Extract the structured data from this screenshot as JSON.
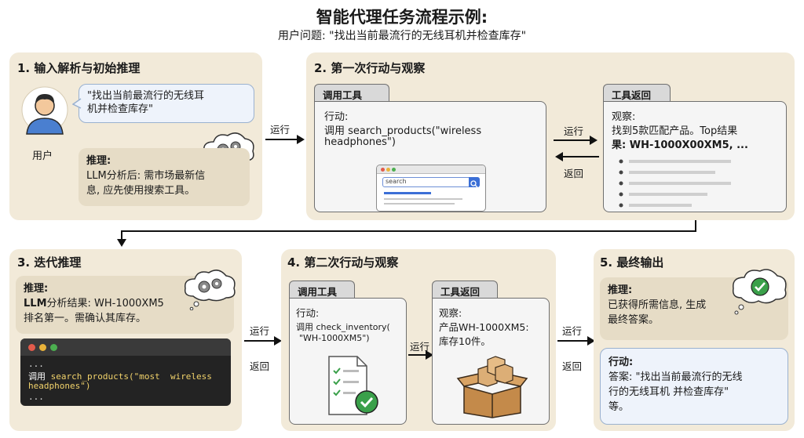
{
  "header": {
    "title": "智能代理任务流程示例:",
    "subtitle": "用户问题: \"找出当前最流行的无线耳机并检查库存\""
  },
  "step1": {
    "title": "1. 输入解析与初始推理",
    "user_label": "用户",
    "bubble_line1": "\"找出当前最流行的无线耳",
    "bubble_line2": "机并检查库存\"",
    "reason_title": "推理:",
    "reason_line1": "LLM分析后: 需市场最新信",
    "reason_line2": "息, 应先使用搜索工具。"
  },
  "step2": {
    "title": "2. 第一次行动与观察",
    "tool_call_tab": "调用工具",
    "action_label": "行动:",
    "action_line1": "调用 search_products(\"wireless",
    "action_line2": "headphones\")",
    "search_placeholder": "search",
    "tool_return_tab": "工具返回",
    "obs_label": "观察:",
    "obs_line1": "找到5款匹配产品。Top结果",
    "obs_line2": "果: WH-1000X00XM5, ...",
    "run_label": "运行",
    "return_label": "返回"
  },
  "flow": {
    "run_1_2": "运行",
    "run_3_4": "运行",
    "return_3_4": "返回",
    "run_4_5": "运行",
    "return_4_5": "返回"
  },
  "step3": {
    "title": "3. 迭代推理",
    "reason_title": "推理:",
    "reason_line1a": "LLM",
    "reason_line1b": "分析结果: WH-1000XM5",
    "reason_line2": "排名第一。需确认其库存。",
    "code_line1": "...",
    "code_line2a": "调用",
    "code_line2b": "search_products(\"most  wireless",
    "code_line3": "headphones\")",
    "code_line4": "..."
  },
  "step4": {
    "title": "4. 第二次行动与观察",
    "tool_call_tab": "调用工具",
    "action_label": "行动:",
    "action_line1": "调用 check_inventory(",
    "action_line2": "\"WH-1000XM5\")",
    "inner_run_label": "运行",
    "tool_return_tab": "工具返回",
    "obs_label": "观察:",
    "obs_line1": "产品WH-1000XM5:",
    "obs_line2": "库存10件。"
  },
  "step5": {
    "title": "5. 最终输出",
    "reason_title": "推理:",
    "reason_line1": "已获得所需信息, 生成",
    "reason_line2": "最终答案。",
    "action_title": "行动:",
    "answer_line1": "答案: \"找出当前最流行的无线",
    "answer_line2": "行的无线耳机 并检查库存\"",
    "answer_line3": "等。"
  },
  "colors": {
    "panel_bg": "#f2ead9",
    "note_bg": "#e6dcc6",
    "bubble_bg": "#eef3fb",
    "accent_blue": "#3b6fd6",
    "check_green": "#3aa04a",
    "code_bg": "#232323"
  },
  "icons": [
    "user-icon",
    "thought-gears-icon",
    "browser-search-icon",
    "result-list-icon",
    "code-editor-icon",
    "checklist-icon",
    "package-box-icon",
    "check-thought-icon"
  ]
}
